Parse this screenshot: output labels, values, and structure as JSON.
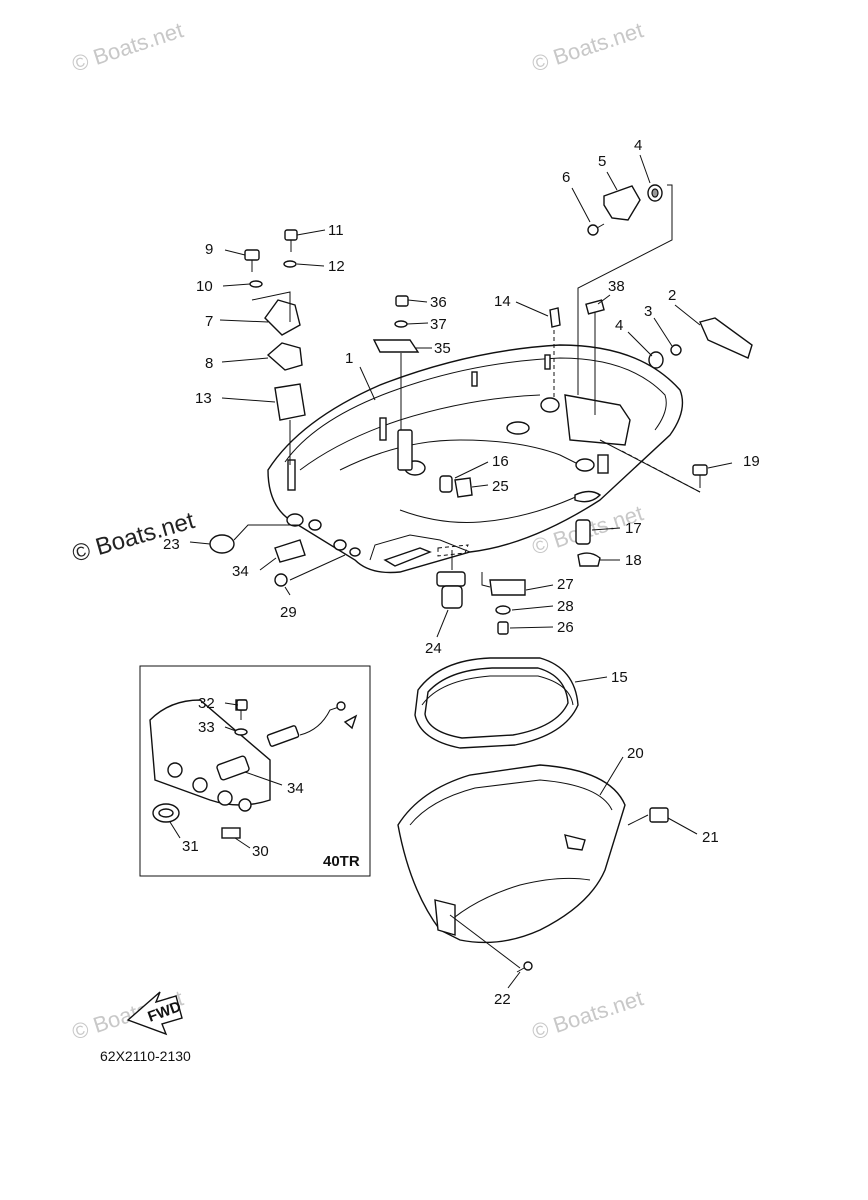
{
  "watermarks": {
    "top_left": "© Boats.net",
    "top_right": "© Boats.net",
    "middle_left": "© Boats.net",
    "middle_right": "© Boats.net",
    "bottom_left": "© Boats.net",
    "bottom_right": "© Boats.net"
  },
  "diagram_code": "62X2110-2130",
  "inset": {
    "label": "40TR"
  },
  "fwd_arrow": {
    "label": "FWD"
  },
  "callouts": [
    "1",
    "2",
    "3",
    "4",
    "4",
    "5",
    "6",
    "7",
    "8",
    "9",
    "10",
    "11",
    "12",
    "13",
    "14",
    "15",
    "16",
    "17",
    "18",
    "19",
    "20",
    "21",
    "22",
    "23",
    "24",
    "25",
    "26",
    "27",
    "28",
    "29",
    "30",
    "31",
    "32",
    "33",
    "34",
    "34",
    "35",
    "36",
    "37",
    "38"
  ]
}
